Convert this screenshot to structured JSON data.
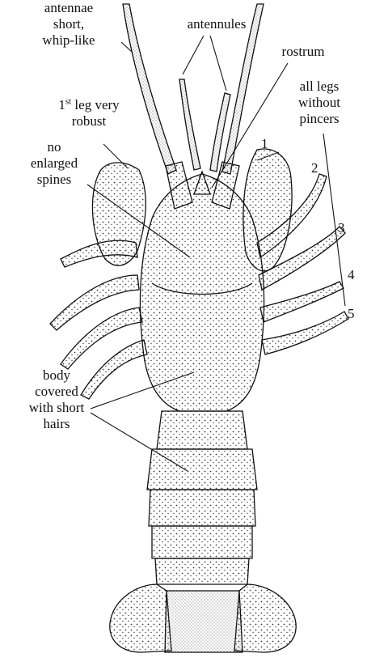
{
  "labels": {
    "antennae": [
      "antennae",
      "short,",
      "whip-like"
    ],
    "antennules": [
      "antennules"
    ],
    "rostrum": [
      "rostrum"
    ],
    "all_legs": [
      "all legs",
      "without",
      "pincers"
    ],
    "first_leg": {
      "prefix": "1",
      "sup": "st",
      "rest": " leg very",
      "line2": "robust"
    },
    "no_spines": [
      "no",
      "enlarged",
      "spines"
    ],
    "body_hairs": [
      "body",
      "covered",
      "with short",
      "hairs"
    ]
  },
  "leg_numbers": [
    "1",
    "2",
    "3",
    "4",
    "5"
  ],
  "colors": {
    "ink": "#111111",
    "background": "#ffffff",
    "stipple": "#3a3a3a"
  }
}
